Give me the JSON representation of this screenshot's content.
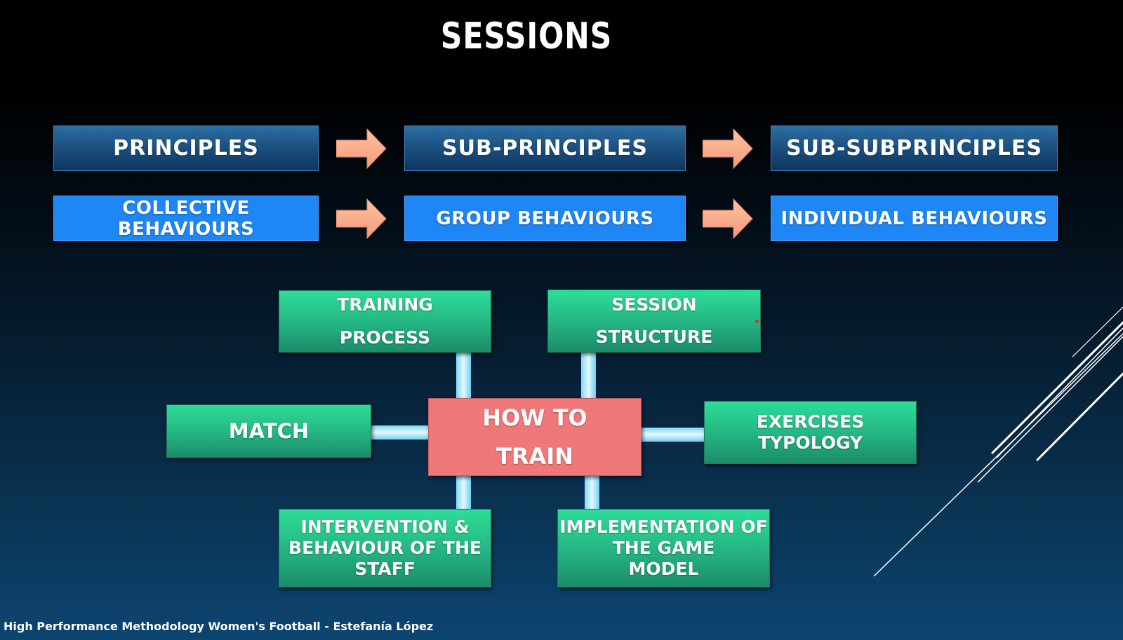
{
  "slide": {
    "title": "SESSIONS",
    "footer": "High Performance Methodology Women's Football - Estefanía López"
  },
  "hierarchy": {
    "levels": [
      {
        "principle": "PRINCIPLES",
        "behaviour": "COLLECTIVE BEHAVIOURS"
      },
      {
        "principle": "SUB-PRINCIPLES",
        "behaviour": "GROUP BEHAVIOURS"
      },
      {
        "principle": "SUB-SUBPRINCIPLES",
        "behaviour": "INDIVIDUAL BEHAVIOURS"
      }
    ],
    "arrow_icon": "right-arrow-icon"
  },
  "mindmap": {
    "center": {
      "line1": "HOW TO",
      "line2": "TRAIN"
    },
    "nodes": {
      "training_process": {
        "line1": "TRAINING",
        "line2": "PROCESS"
      },
      "session_structure": {
        "line1": "SESSION",
        "line2": "STRUCTURE"
      },
      "match": {
        "line1": "MATCH"
      },
      "exercises_typology": {
        "line1": "EXERCISES",
        "line2": "TYPOLOGY"
      },
      "intervention": {
        "line1": "INTERVENTION &",
        "line2": "BEHAVIOUR OF THE",
        "line3": "STAFF"
      },
      "implementation": {
        "line1": "IMPLEMENTATION OF",
        "line2": "THE GAME",
        "line3": "MODEL"
      }
    }
  },
  "colors": {
    "dark_blue_box": "#1b4f7f",
    "bright_blue_box": "#1e87f5",
    "green_box": "#25b883",
    "center_box": "#f07878",
    "arrow": "#fbb08f",
    "connector": "#a8e6fb"
  }
}
